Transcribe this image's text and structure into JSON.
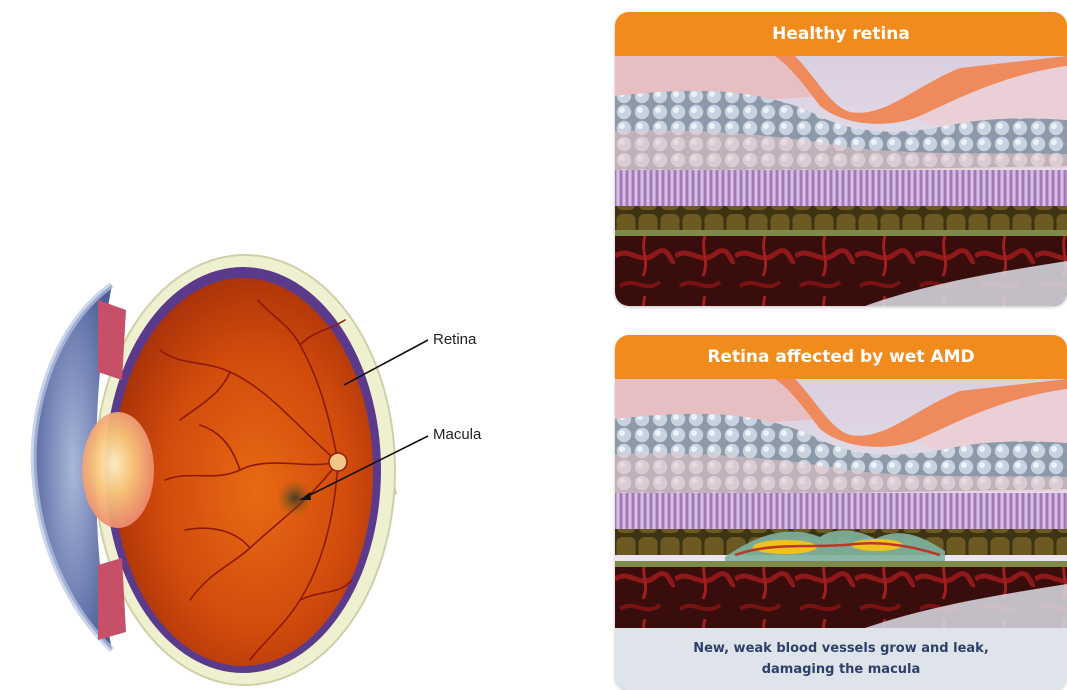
{
  "eye": {
    "labels": {
      "retina": "Retina",
      "macula": "Macula"
    }
  },
  "panels": [
    {
      "title": "Healthy retina"
    },
    {
      "title": "Retina affected by wet AMD",
      "caption_line1": "New, weak blood vessels grow and leak,",
      "caption_line2": "damaging the macula"
    }
  ],
  "colors": {
    "header_orange": "#f18c1c",
    "caption_bg": "#dfe4ea",
    "caption_text": "#2d3f6b"
  }
}
